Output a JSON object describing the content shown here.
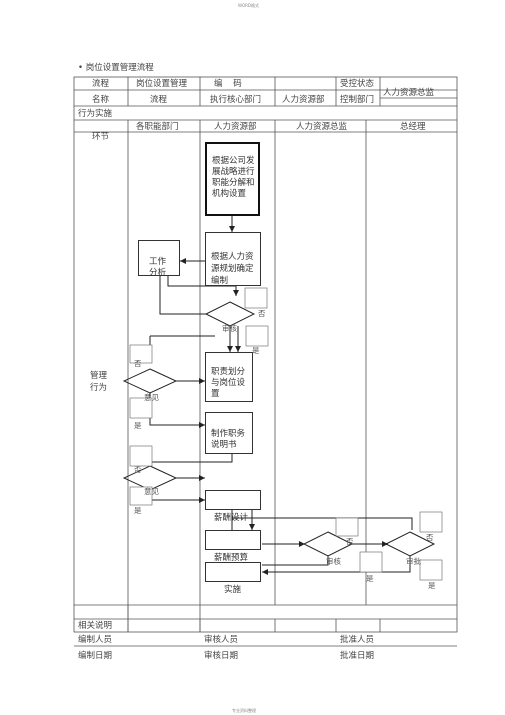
{
  "header": {
    "top_note": "WORD格式"
  },
  "footer": {
    "bottom_note": "专业资料整理"
  },
  "doc": {
    "section_title": "• 岗位设置管理流程",
    "labels": {
      "process": "流程",
      "name": "名称",
      "process_name_value": "岗位设置管理",
      "process_name_cont": "流程",
      "code": "编    码",
      "exec_dept": "执行核心部门",
      "hr_dept": "人力资源部",
      "controlled_status": "受控状态",
      "control_dept": "控制部门",
      "hr_director_head": "人力资源总监",
      "exec_unit": "行为实施",
      "link": "环节",
      "mgmt": "管理",
      "behavior": "行为",
      "related": "相关说明",
      "compiler": "编制人员",
      "reviewer": "审核人员",
      "approver": "批准人员",
      "compile_date": "编制日期",
      "review_date": "审核日期",
      "approve_date": "批准日期"
    },
    "columns": [
      "各职能部门",
      "人力资源部",
      "人力资源总监",
      "总经理"
    ],
    "flow": {
      "start": "根据公司发展战略进行职能分解和机构设置",
      "work_analysis": "工作分析",
      "plan": "根据人力资源规划确定编制",
      "review1": "审核",
      "opinion1": "意见",
      "assign": "职责划分与岗位设置",
      "make_desc": "制作职务说明书",
      "opinion2": "意见",
      "salary_design": "薪酬设计",
      "salary_budget": "薪酬预算",
      "review2": "审核",
      "approve": "审批",
      "implement": "实施",
      "no": "否",
      "yes": "是"
    }
  }
}
